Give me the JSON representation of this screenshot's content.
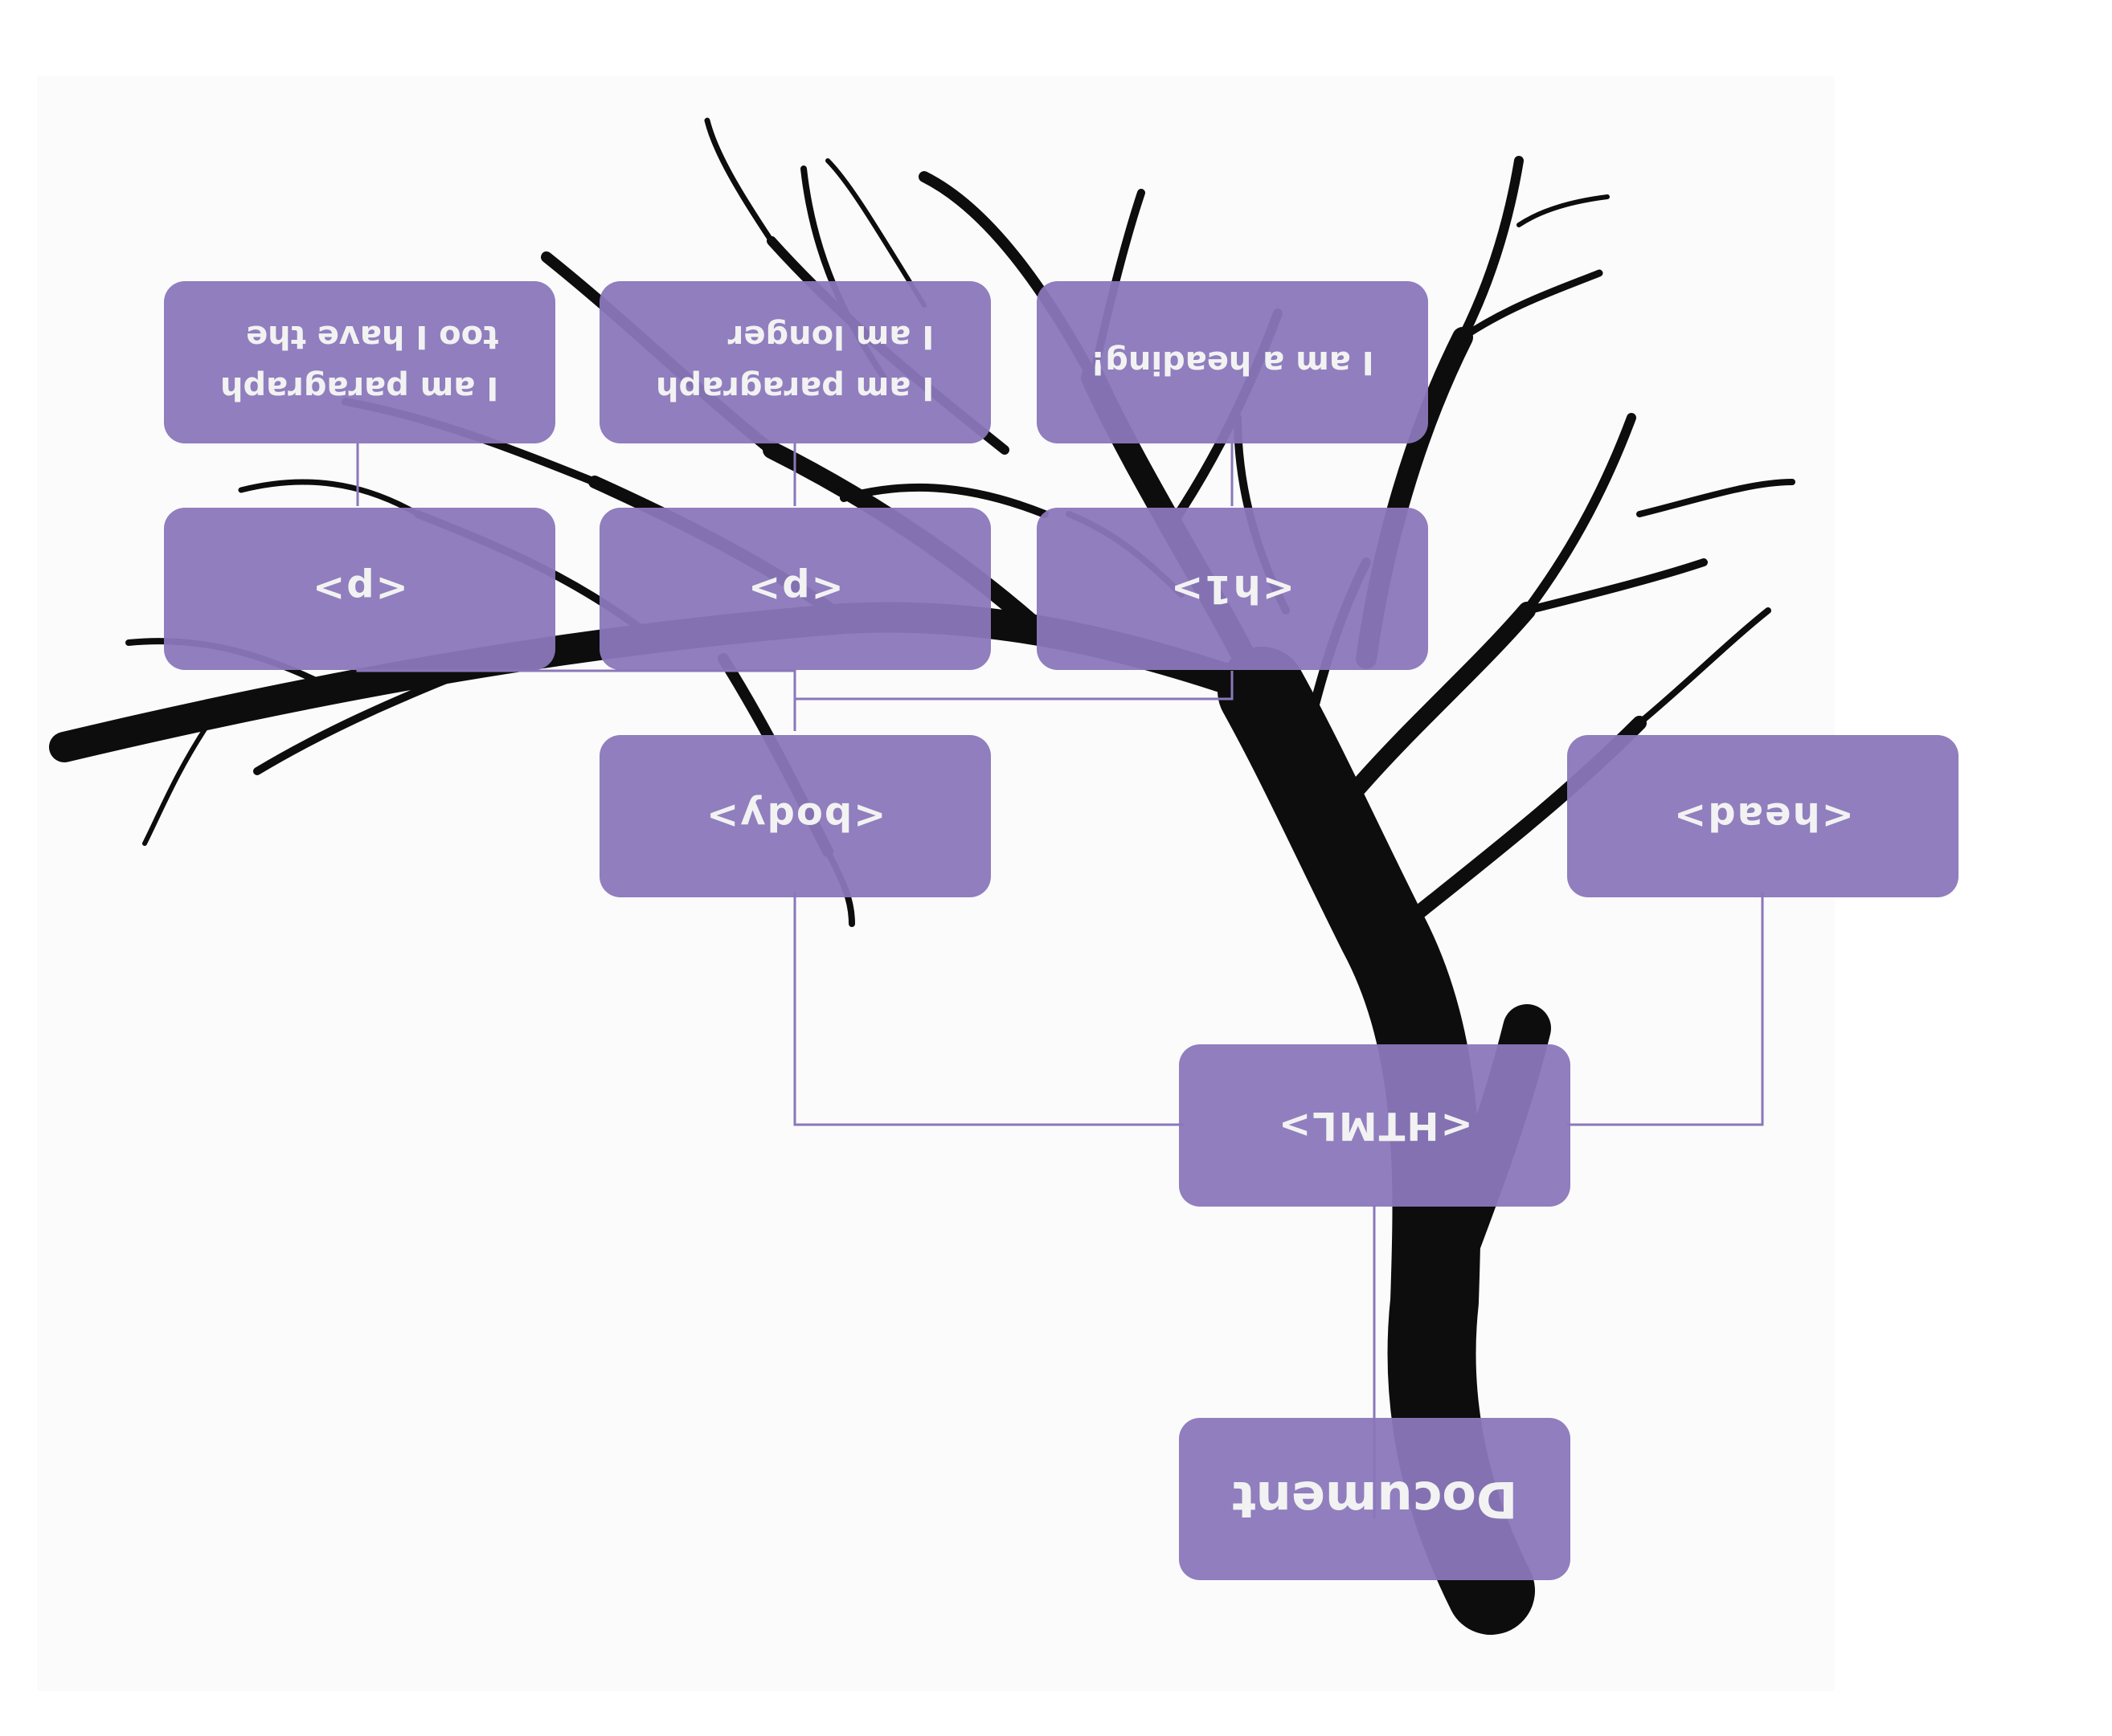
{
  "diagram": {
    "colors": {
      "node": "#8a77ba",
      "connector": "#8a77ba",
      "text": "#f2f2f2",
      "tree": "#0d0d0d"
    },
    "nodes": {
      "document": "Document",
      "html": "<HTML>",
      "head": "<head>",
      "body": "<body>",
      "h1": "<h1>",
      "p1": "<p>",
      "p2": "<p>",
      "heading_text": "I am a heading!",
      "p1_text": "I am paragraph\nI am longer",
      "p2_text": "I am paragraph\ntoo  I have the"
    }
  }
}
